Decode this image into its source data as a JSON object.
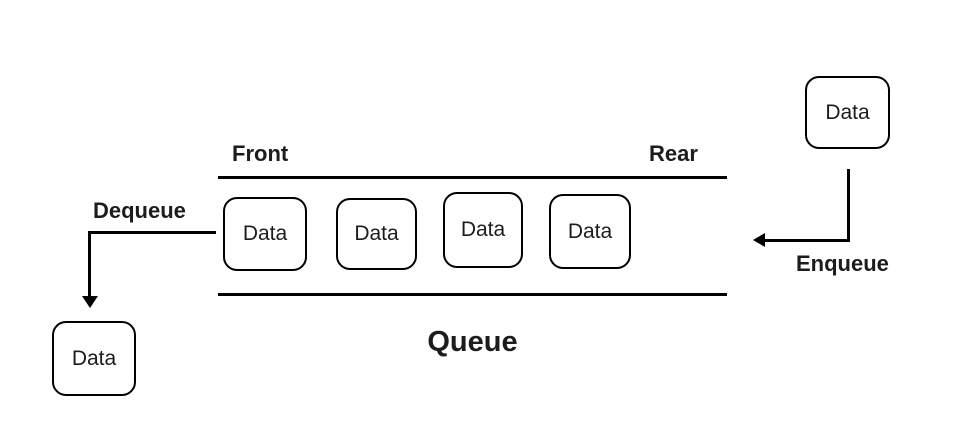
{
  "diagram": {
    "title": "Queue",
    "front_label": "Front",
    "rear_label": "Rear",
    "colors": {
      "line": "#000000",
      "text": "#1c1c1c",
      "background": "#ffffff"
    }
  },
  "queue": {
    "items": [
      {
        "label": "Data"
      },
      {
        "label": "Data"
      },
      {
        "label": "Data"
      },
      {
        "label": "Data"
      }
    ]
  },
  "operations": {
    "dequeue": {
      "label": "Dequeue",
      "item_label": "Data"
    },
    "enqueue": {
      "label": "Enqueue",
      "item_label": "Data"
    }
  }
}
